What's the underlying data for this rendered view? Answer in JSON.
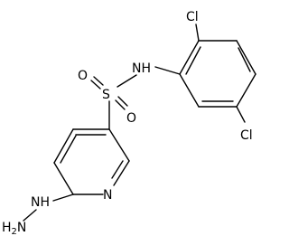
{
  "atoms": {
    "cl_top": "Cl",
    "cl_right": "Cl",
    "nh": "NH",
    "s": "S",
    "o_left": "O",
    "o_bottom": "O",
    "n_ring": "N",
    "hydrazine_nh": "NH",
    "hydrazine_h2n": "H",
    "hydrazine_h2n_sub": "2",
    "hydrazine_h2n_n": "N"
  },
  "colors": {
    "bond": "#000000",
    "text": "#000000",
    "background": "#ffffff"
  }
}
